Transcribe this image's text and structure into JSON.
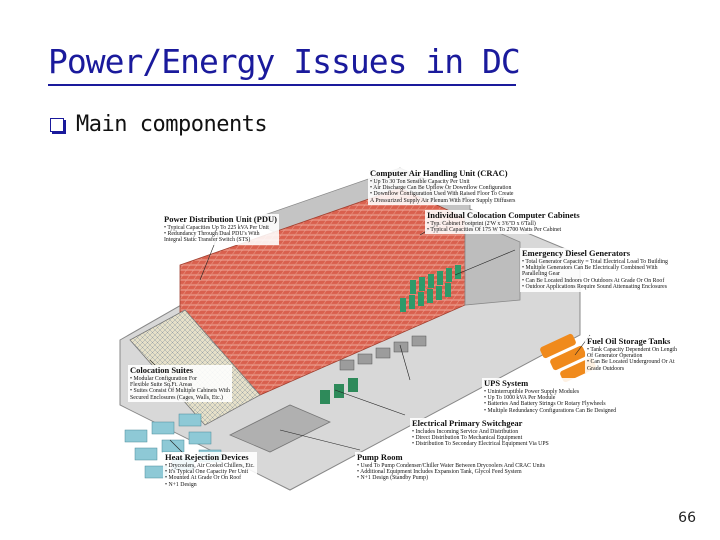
{
  "slide": {
    "title": "Power/Energy Issues in DC",
    "bullet": "Main components",
    "page_number": "66"
  },
  "callouts": {
    "crac": {
      "heading": "Computer Air Handling Unit (CRAC)",
      "lines": [
        "• Up To 30 Ton Sensible Capacity Per Unit",
        "• Air Discharge Can Be Upflow Or Downflow Configuration",
        "• Downflow Configuration Used With Raised Floor To Create",
        "  A Pressurized Supply Air Plenum With Floor Supply Diffusers"
      ]
    },
    "pdu": {
      "heading": "Power Distribution Unit (PDU)",
      "lines": [
        "• Typical Capacities Up To 225 kVA Per Unit",
        "• Redundancy Through Dual PDU's With",
        "  Integral Static Transfer Switch (STS)"
      ]
    },
    "cabinets": {
      "heading": "Individual Colocation Computer Cabinets",
      "lines": [
        "• Typ. Cabinet Footprint (2'W x 3'6\"D x 6'Tall)",
        "• Typical Capacities Of 175 W To 2700 Watts Per Cabinet"
      ]
    },
    "generators": {
      "heading": "Emergency Diesel Generators",
      "lines": [
        "• Total Generator Capacity = Total Electrical Load To Building",
        "• Multiple Generators Can Be Electrically Combined With",
        "  Paralleling Gear",
        "• Can Be Located Indoors Or Outdoors At Grade Or On Roof",
        "• Outdoor Applications Require Sound Attenuating Enclosures"
      ]
    },
    "fuel": {
      "heading": "Fuel Oil Storage Tanks",
      "lines": [
        "• Tank Capacity Dependent On Length",
        "  Of Generator Operation",
        "• Can Be Located Underground Or At",
        "  Grade Outdoors"
      ]
    },
    "colocation": {
      "heading": "Colocation Suites",
      "lines": [
        "• Modular Configuration For",
        "  Flexible Suite Sq.Ft. Areas",
        "• Suites Consist Of Multiple Cabinets With",
        "  Secured Enclosures (Cages, Walls, Etc.)"
      ]
    },
    "ups": {
      "heading": "UPS System",
      "lines": [
        "• Uninterruptible Power Supply Modules",
        "• Up To 1000 kVA Per Module",
        "• Batteries And Battery Strings Or Rotary Flywheels",
        "• Multiple Redundancy Configurations Can Be Designed"
      ]
    },
    "switchgear": {
      "heading": "Electrical Primary Switchgear",
      "lines": [
        "• Includes Incoming Service And Distribution",
        "• Direct Distribution To Mechanical Equipment",
        "• Distribution To Secondary Electrical Equipment Via UPS"
      ]
    },
    "heat": {
      "heading": "Heat Rejection Devices",
      "lines": [
        "• Drycoolers, Air Cooled Chillers, Etc.",
        "• It's Typical One Capacity Per Unit",
        "• Mounted At Grade Or On Roof",
        "• N+1 Design"
      ]
    },
    "pump": {
      "heading": "Pump Room",
      "lines": [
        "• Used To Pump Condenser/Chiller Water Between Drycoolers And CRAC Units",
        "• Additional Equipment Includes Expansion Tank, Glycol Feed System",
        "• N+1 Design (Standby Pump)"
      ]
    }
  },
  "colors": {
    "title": "#1a1a9c",
    "cabinet_floor": "#e07a6a",
    "wall": "#bfbfbf",
    "generator": "#2e9a6a",
    "tank": "#f08a1c",
    "cooler": "#8ec9d6"
  }
}
